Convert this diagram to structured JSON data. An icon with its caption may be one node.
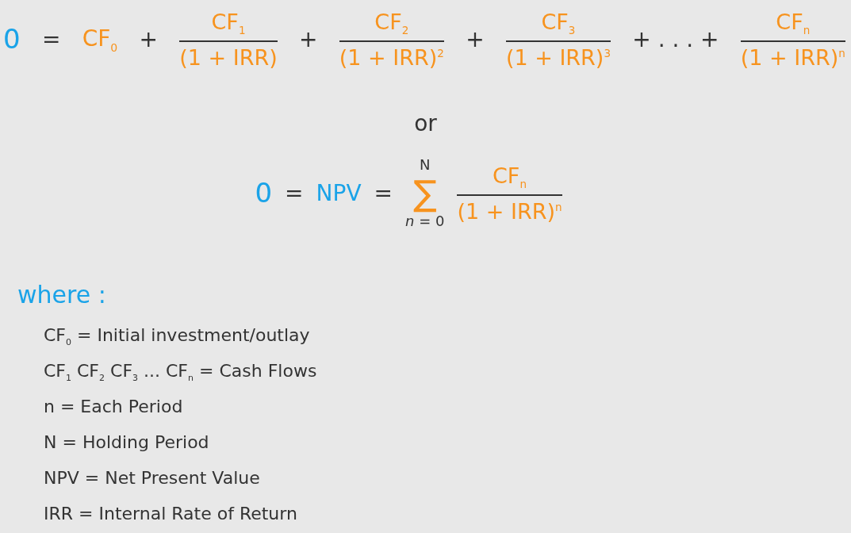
{
  "diagram": {
    "labels": [
      "0",
      "=",
      "CF$_{0}$",
      "+",
      "CF$_{1}$",
      "(1 + IRR)",
      "+",
      "CF$_{2}$",
      "(1 + IRR)$^{2}$",
      "+",
      "CF$_{3}$",
      "(1 + IRR)$^{3}$",
      "+ . . . +",
      "CF$_{n}$",
      "(1 + IRR)$^{n}$",
      "or",
      "0",
      "=",
      "NPV",
      "=",
      "N",
      "∑",
      "*n* = 0",
      "CF$_{n}$",
      "(1 + IRR)$^{n}$",
      "where :",
      "CF$_{0}$ = Initial investment/outlay",
      "CF$_{1}$ CF$_{2}$ CF$_{3}$ ... CF$_{n}$ = Cash Flows",
      "n = Each Period",
      "N = Holding Period",
      "NPV = Net Present Value",
      "IRR = Internal Rate of Return"
    ]
  }
}
